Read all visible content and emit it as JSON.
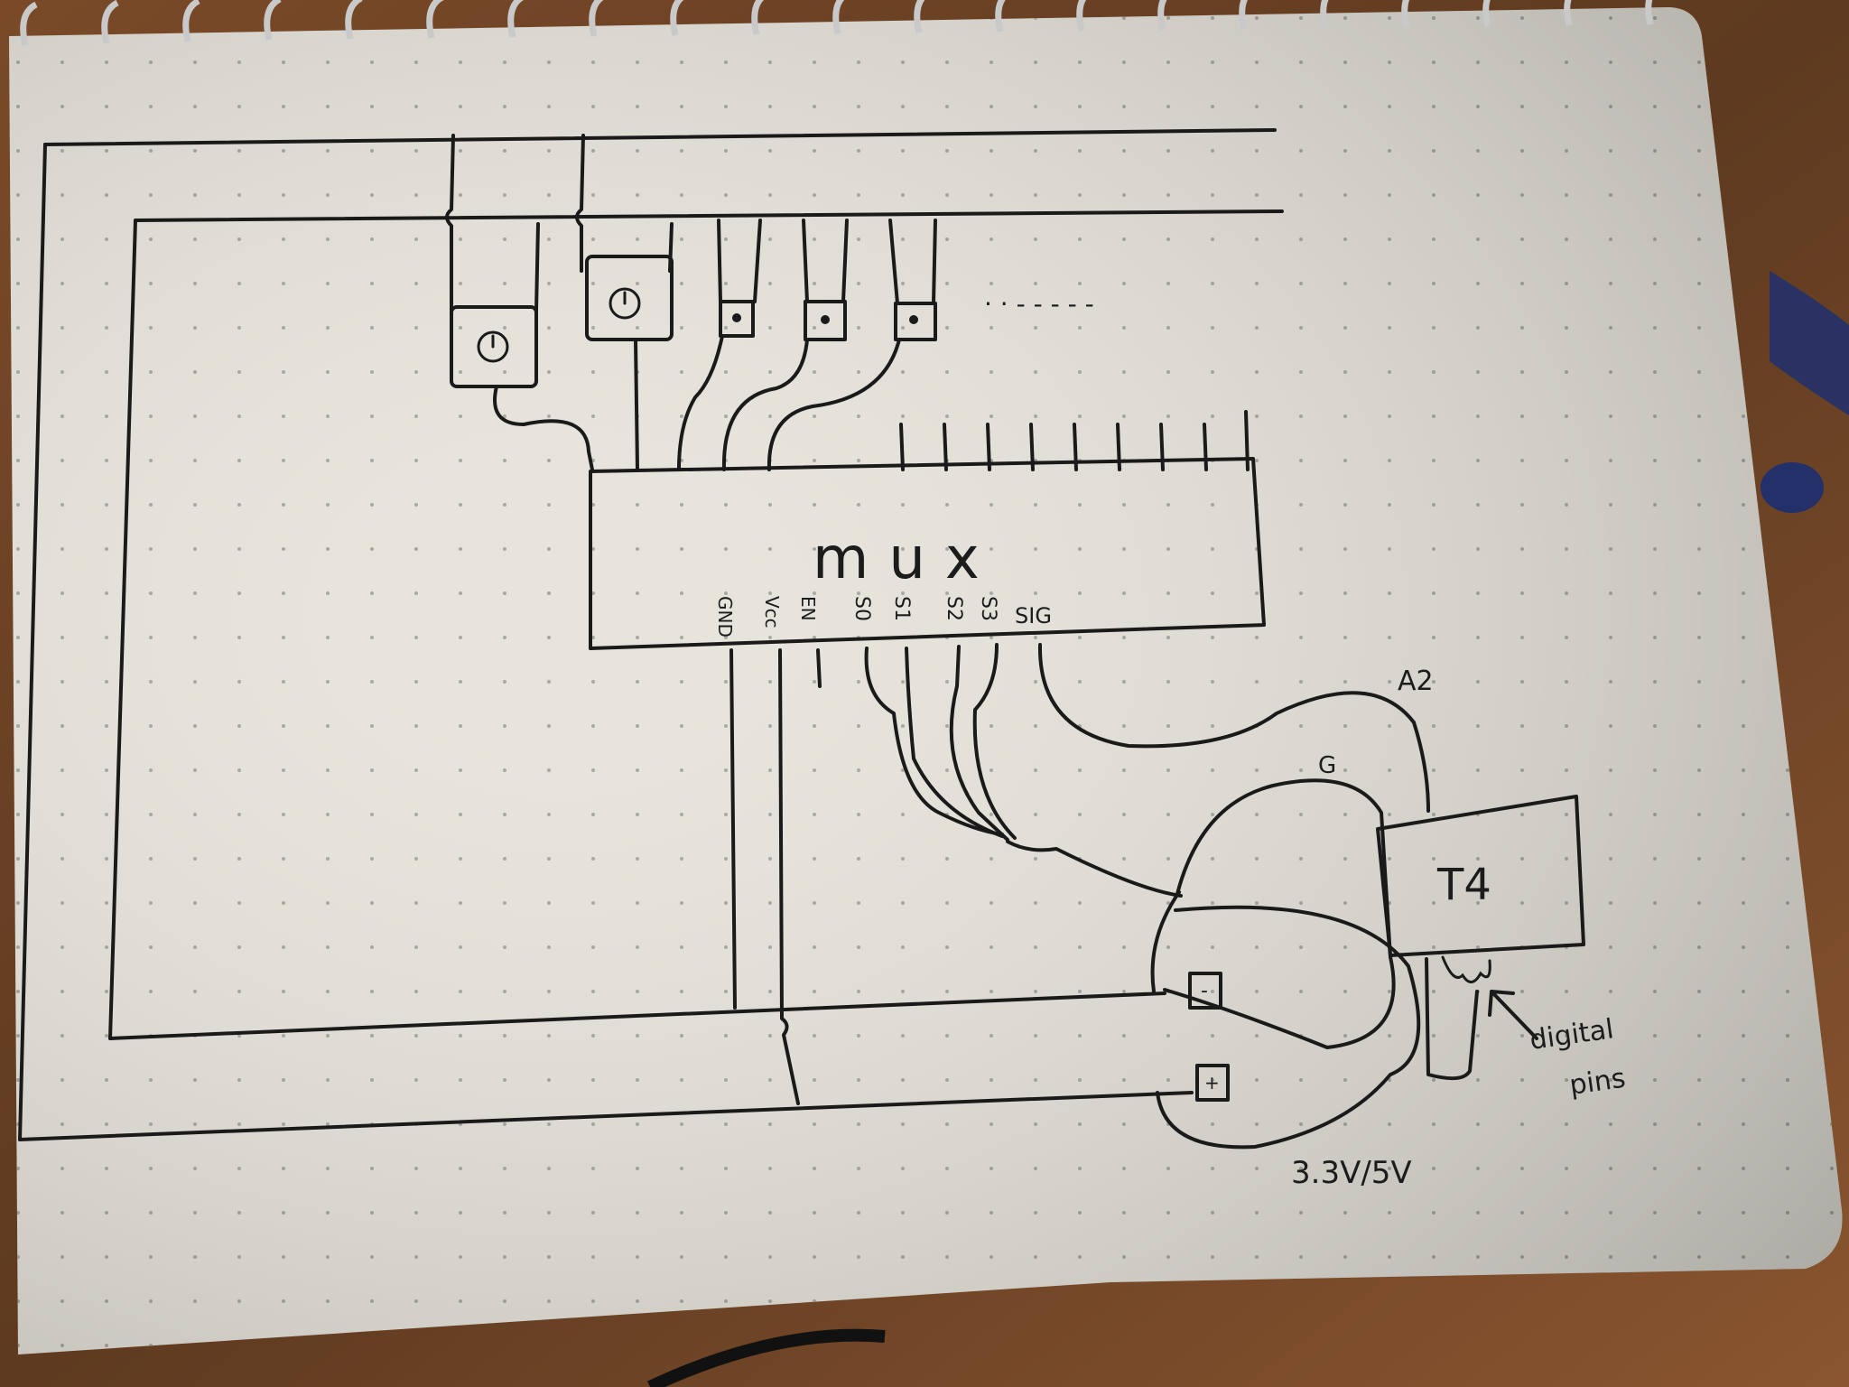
{
  "diagram": {
    "mux": {
      "label": "mux",
      "pins": [
        "GND",
        "Vcc",
        "EN",
        "S0",
        "S1",
        "S2",
        "S3",
        "SIG"
      ]
    },
    "controller": {
      "label": "T4"
    },
    "wire_labels": {
      "analog": "A2",
      "ground": "G"
    },
    "annotations": {
      "digital_line1": "digital",
      "digital_line2": "pins",
      "power": "3.3V/5V"
    },
    "terminals": {
      "minus": "-",
      "plus": "+"
    },
    "continuation": "· · - - - - -"
  },
  "colors": {
    "paper": "#e9e6df",
    "ink": "#1a1a1a",
    "desk": "#6a4327",
    "spiral": "#c9c9c9",
    "marker_blue": "#23306a"
  }
}
